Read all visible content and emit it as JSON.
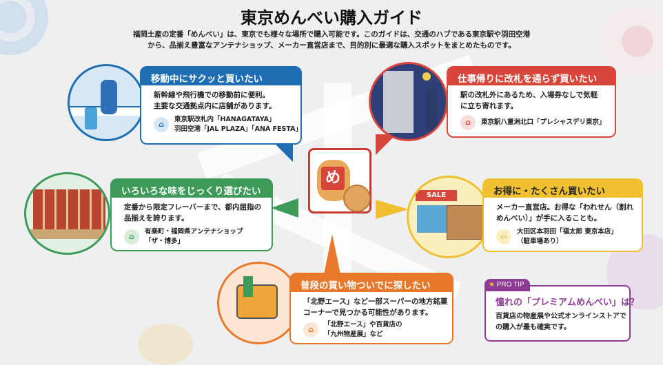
{
  "title": "東京めんべい購入ガイド",
  "subtitle": [
    "福岡土産の定番「めんべい」は、東京でも様々な場所で購入可能です。このガイドは、交通のハブである東京駅や羽田空港",
    "から、品揃え豊富なアンテナショップ、メーカー直営店まで、目的別に最適な購入スポットをまとめたものです。"
  ],
  "center": {
    "glyph": "め"
  },
  "cards": [
    {
      "heading": "移動中にサクッと買いたい",
      "body": [
        "新幹線や飛行機での移動前に便利。",
        "主要な交通拠点内に店舗があります。"
      ],
      "location": [
        "東京駅改札内「HANAGATAYA」",
        "羽田空港「JAL PLAZA」「ANA FESTA」"
      ],
      "color": "#1f6db3",
      "icon": "shop-icon"
    },
    {
      "heading": "仕事帰りに改札を通らず買いたい",
      "body": [
        "駅の改札外にあるため、入場券なしで気軽",
        "に立ち寄れます。"
      ],
      "location": [
        "東京駅八重洲北口「プレシャスデリ東京」"
      ],
      "color": "#d8463b",
      "icon": "shop-icon"
    },
    {
      "heading": "いろいろな味をじっくり選びたい",
      "body": [
        "定番から限定フレーバーまで、都内屈指の",
        "品揃えを誇ります。"
      ],
      "location": [
        "有楽町・福岡県アンテナショップ",
        "「ザ・博多」"
      ],
      "color": "#3e9a58",
      "icon": "shop-icon"
    },
    {
      "heading": "お得に・たくさん買いたい",
      "body": [
        "メーカー直営店。お得な「われせん（割れ",
        "めんべい）」が手に入ることも。"
      ],
      "location": [
        "大田区本羽田「福太郎 東京本店」",
        "（駐車場あり）"
      ],
      "color": "#f0c032",
      "icon": "car-icon"
    },
    {
      "heading": "普段の買い物ついでに探したい",
      "body": [
        "「北野エース」など一部スーパーの地方銘菓",
        "コーナーで見つかる可能性があります。"
      ],
      "location": [
        "「北野エース」や百貨店の",
        "「九州物産展」など"
      ],
      "color": "#e8792b",
      "icon": "shop-icon"
    }
  ],
  "illustrations": {
    "sale_sign": "SALE"
  },
  "pro_tip": {
    "badge": "PRO TIP",
    "heading": "憧れの「プレミアムめんべい」は？",
    "body": [
      "百貨店の物産展や公式オンラインストアで",
      "の購入が最も確実です。"
    ],
    "color": "#8e3b96",
    "icon": "star-icon"
  }
}
